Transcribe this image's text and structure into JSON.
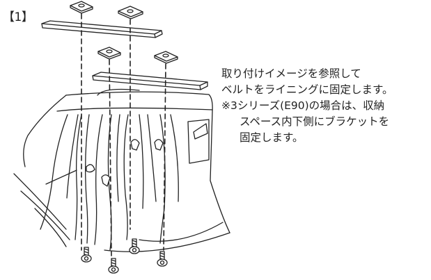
{
  "step_label": "【1】",
  "instructions": {
    "line1": "取り付けイメージを参照して",
    "line2": "ベルトをライニングに固定します。",
    "note1": "※3シリーズ(E90)の場合は、収納",
    "note2": "スペース内下側にブラケットを",
    "note3": "固定します。"
  }
}
